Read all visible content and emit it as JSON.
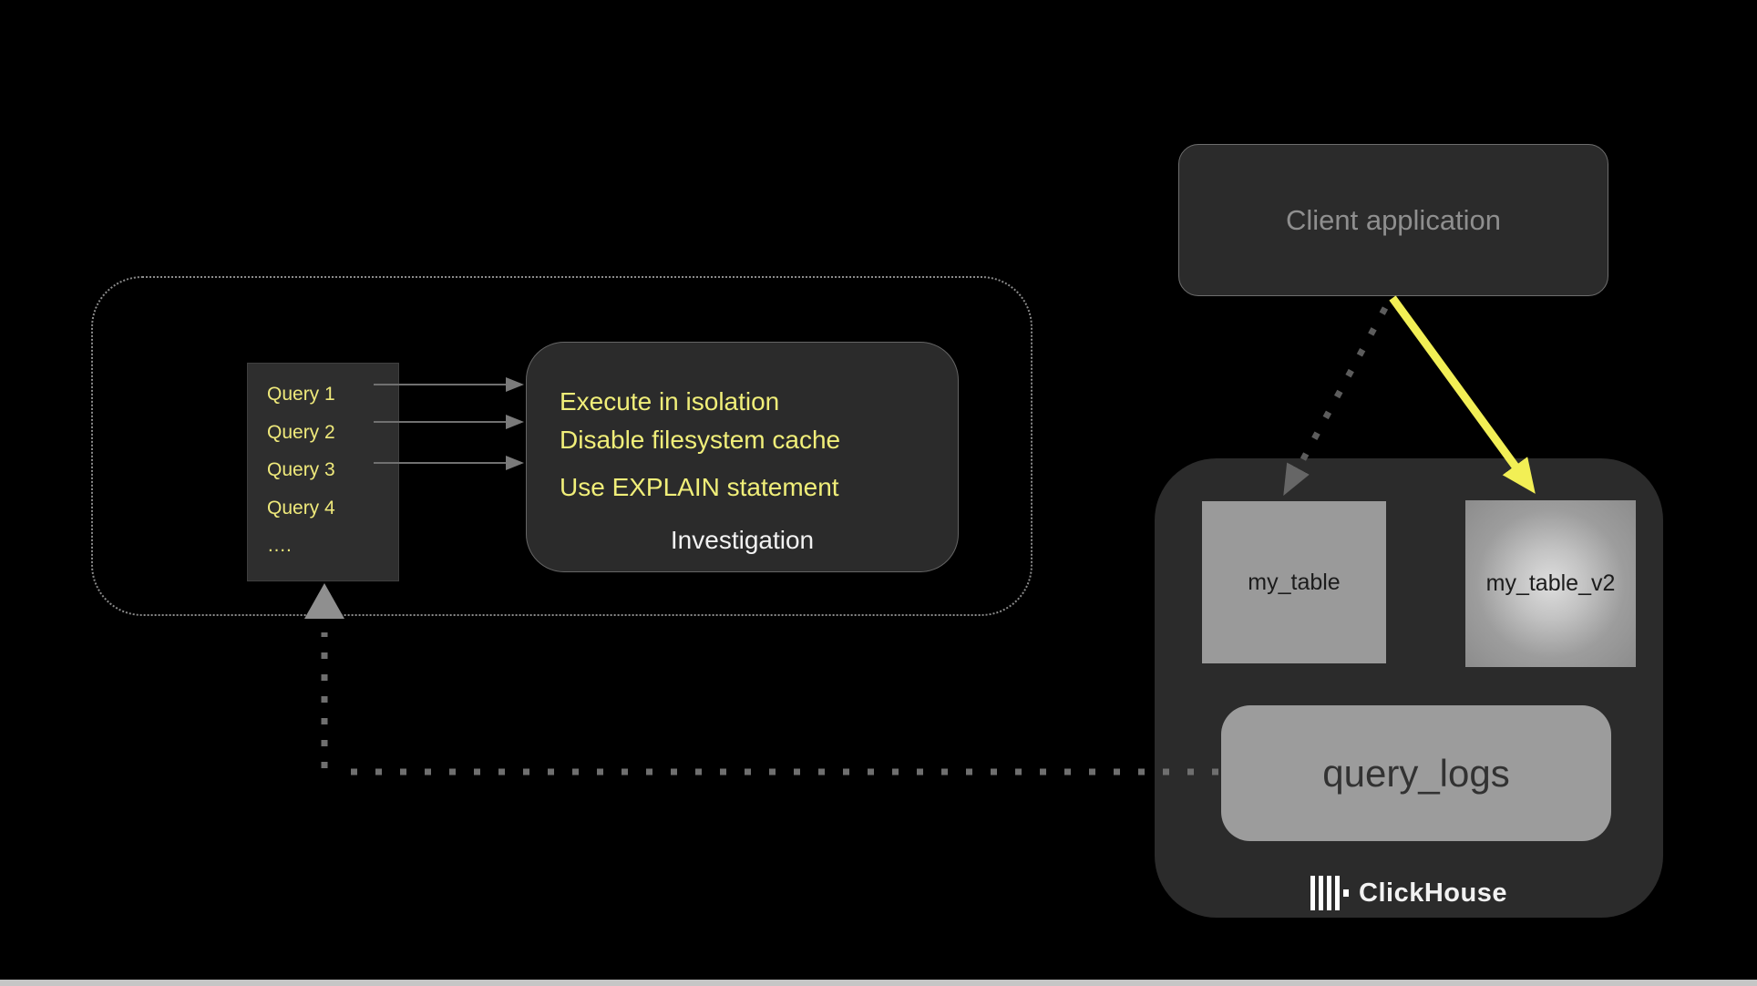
{
  "flow": {
    "queries": [
      "Query 1",
      "Query 2",
      "Query 3",
      "Query 4",
      "…."
    ],
    "investigation": {
      "tips": [
        "Execute in isolation",
        "Disable filesystem cache",
        "Use EXPLAIN statement"
      ],
      "label": "Investigation"
    }
  },
  "client": {
    "label": "Client application"
  },
  "clickhouse": {
    "tables": [
      {
        "name": "my_table"
      },
      {
        "name": "my_table_v2",
        "highlighted": true
      }
    ],
    "logs": {
      "label": "query_logs"
    },
    "brand": "ClickHouse"
  },
  "colors": {
    "background": "#000000",
    "panel_dark": "#2b2b2b",
    "text_yellow": "#f0ee79",
    "arrow_yellow": "#f2ef55",
    "text_gray": "#8f8f8f",
    "table_gray": "#9a9a9a",
    "dotted_gray": "#8a8a8a"
  }
}
